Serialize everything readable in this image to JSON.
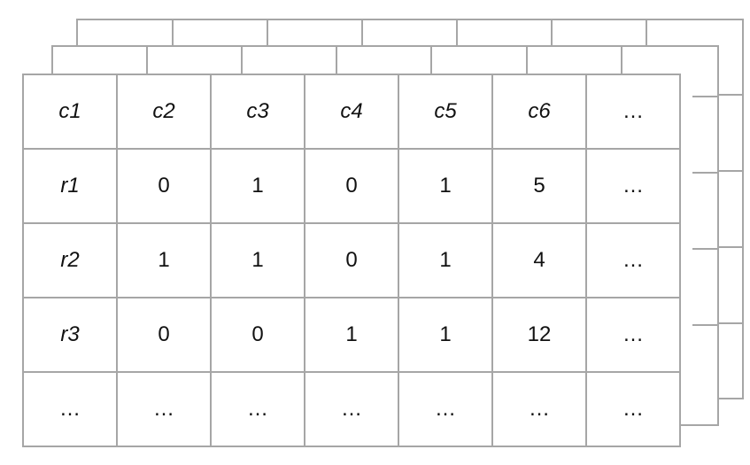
{
  "table": {
    "headers": [
      "c1",
      "c2",
      "c3",
      "c4",
      "c5",
      "c6",
      "…"
    ],
    "rows": [
      [
        "r1",
        "0",
        "1",
        "0",
        "1",
        "5",
        "…"
      ],
      [
        "r2",
        "1",
        "1",
        "0",
        "1",
        "4",
        "…"
      ],
      [
        "r3",
        "0",
        "0",
        "1",
        "1",
        "12",
        "…"
      ],
      [
        "…",
        "…",
        "…",
        "…",
        "…",
        "…",
        "…"
      ]
    ]
  },
  "colors": {
    "grid_line": "#a6a6a6",
    "text": "#111111",
    "background": "#ffffff"
  }
}
